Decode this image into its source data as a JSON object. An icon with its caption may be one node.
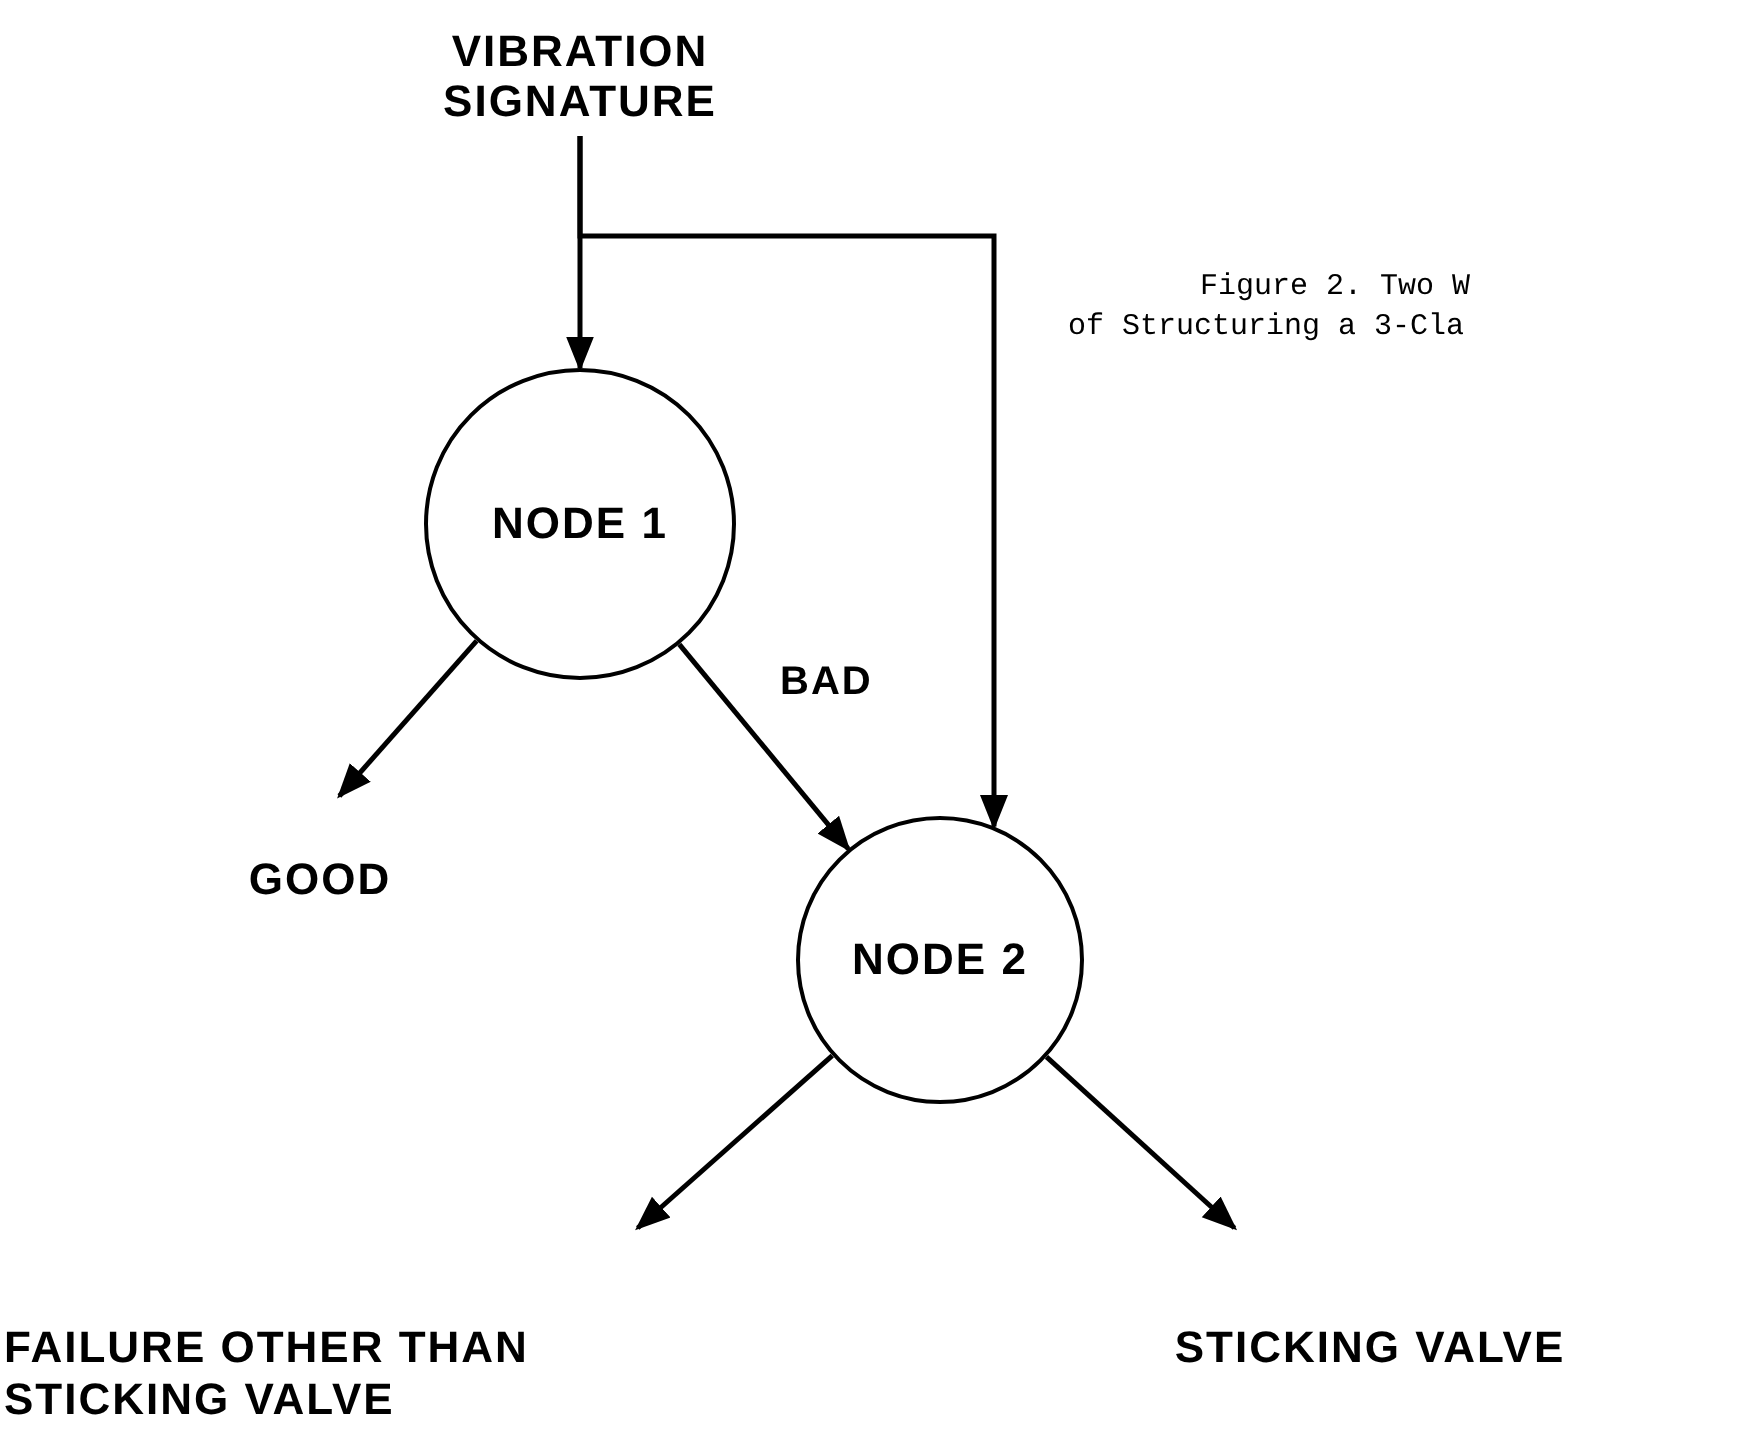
{
  "diagram": {
    "nodes": [
      {
        "text": [
          "VIBRATION SIGNATURE"
        ]
      },
      {
        "text": [
          "NODE 1"
        ]
      },
      {
        "text": [
          "GOOD"
        ]
      },
      {
        "text": [
          "NODE 2"
        ]
      },
      {
        "text": [
          "FAILURE OTHER THAN STICKING VALVE"
        ]
      },
      {
        "text": [
          "STICKING VALVE"
        ]
      }
    ],
    "edges": [
      {
        "from": 0,
        "to": 1,
        "arrow": "to"
      },
      {
        "from": 0,
        "to": 3,
        "arrow": "to"
      },
      {
        "from": 1,
        "to": 2,
        "arrow": "to"
      },
      {
        "from": 1,
        "to": 3,
        "arrow": "to",
        "label": "BAD"
      },
      {
        "from": 3,
        "to": 4,
        "arrow": "to"
      },
      {
        "from": 3,
        "to": 5,
        "arrow": "to"
      }
    ],
    "labels": [
      "Figure 2. Two W",
      "of Structuring a 3-Cla"
    ]
  }
}
